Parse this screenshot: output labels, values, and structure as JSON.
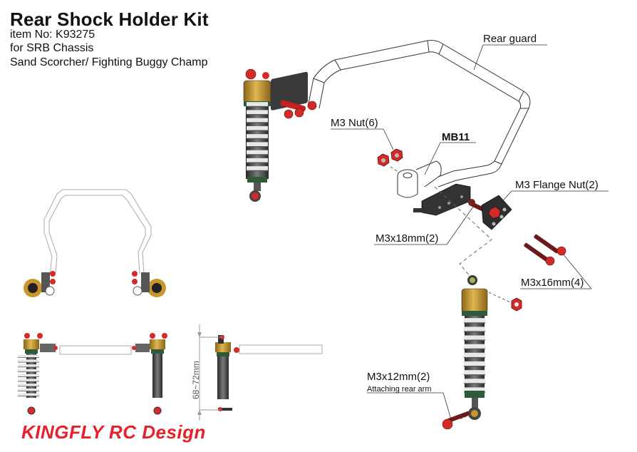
{
  "header": {
    "title": "Rear Shock Holder Kit",
    "item_no": "item No: K93275",
    "chassis": "for SRB Chassis",
    "compatibility": "Sand Scorcher/ Fighting Buggy Champ"
  },
  "callouts": {
    "rear_guard": "Rear guard",
    "m3_nut": "M3 Nut(6)",
    "mb11": "MB11",
    "m3_flange_nut": "M3 Flange Nut(2)",
    "m3x18": "M3x18mm(2)",
    "m3x16": "M3x16mm(4)",
    "m3x12": "M3x12mm(2)",
    "m3x12_note": "Attaching rear arm"
  },
  "dimension": {
    "shock_length": "68~72mm"
  },
  "brand": {
    "name": "KINGFLY RC Design",
    "color": "#e8202a"
  },
  "colors": {
    "hardware_red": "#d42a2a",
    "shock_gold": "#c9962b",
    "bracket_dark": "#3a3a3a",
    "outline": "#333333"
  }
}
